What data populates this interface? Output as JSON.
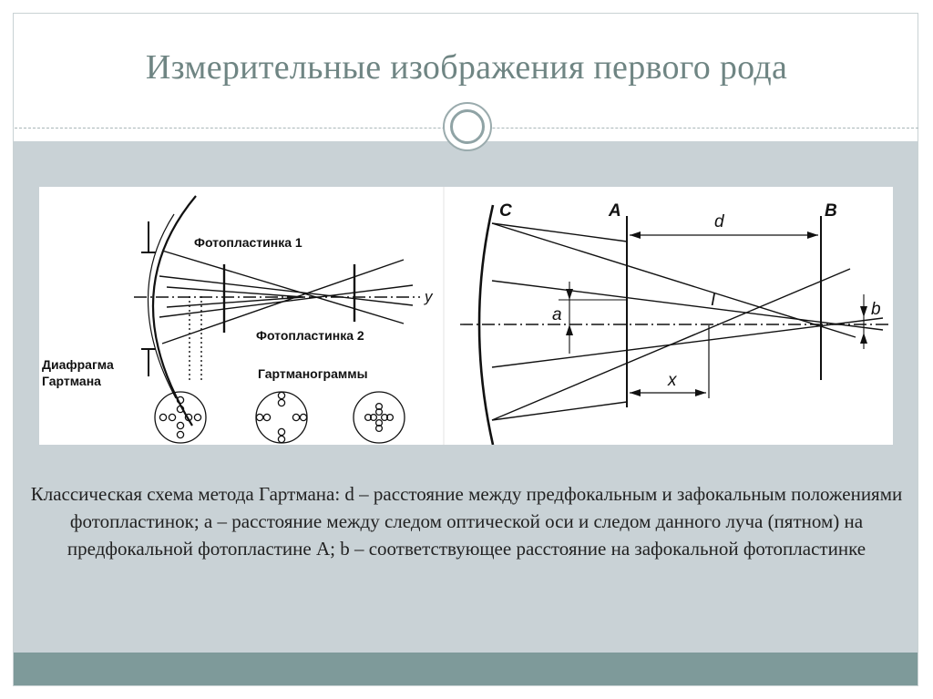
{
  "slide": {
    "title": "Измерительные изображения первого рода",
    "caption": "Классическая схема метода Гартмана: d – расстояние между предфокальным и зафокальным положениями фотопластинок; a – расстояние между следом оптической оси и следом данного луча (пятном) на предфокальной фотопластине A; b – соответствующее расстояние на зафокальной фотопластинке"
  },
  "figure_left": {
    "label_plate1": "Фотопластинка 1",
    "label_plate2": "Фотопластинка 2",
    "label_diaphragm_1": "Диафрагма",
    "label_diaphragm_2": "Гартмана",
    "label_hartmanograms": "Гартманограммы",
    "label_axis": "y"
  },
  "figure_right": {
    "label_c": "C",
    "label_a_plate": "A",
    "label_b_plate": "B",
    "label_d": "d",
    "label_focus": "I",
    "label_a": "a",
    "label_b": "b",
    "label_x": "x"
  },
  "colors": {
    "title": "#6f8583",
    "panel": "#c9d2d6",
    "footer": "#7e9a9a"
  }
}
